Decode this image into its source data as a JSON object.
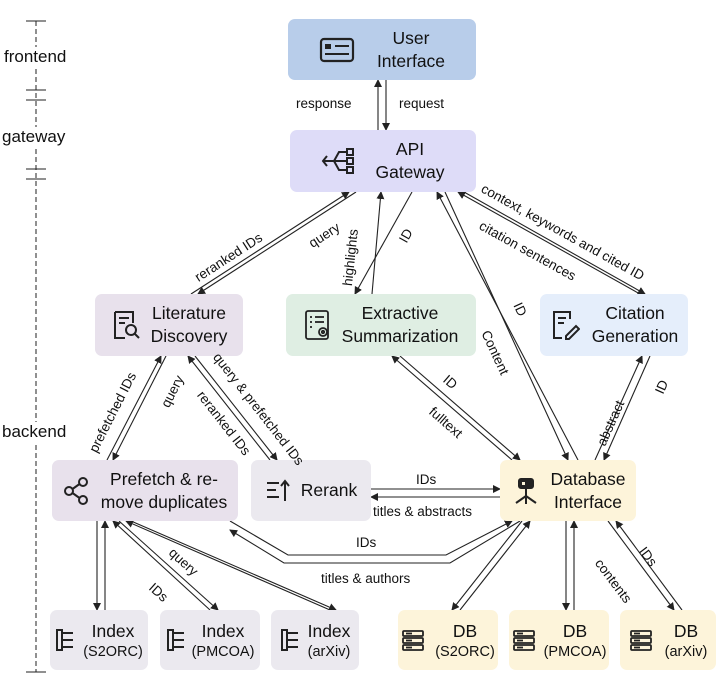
{
  "layers": {
    "frontend": "frontend",
    "gateway": "gateway",
    "backend": "backend"
  },
  "nodes": {
    "ui": {
      "l1": "User",
      "l2": "Interface",
      "color": "#b8cdea",
      "icon": "console-icon"
    },
    "api": {
      "l1": "API",
      "l2": "Gateway",
      "color": "#dedcf8",
      "icon": "routing-icon"
    },
    "lit": {
      "l1": "Literature",
      "l2": "Discovery",
      "color": "#e8e1ec",
      "icon": "document-search-icon"
    },
    "ext": {
      "l1": "Extractive",
      "l2": "Summarization",
      "color": "#dfeee3",
      "icon": "list-settings-icon"
    },
    "cit": {
      "l1": "Citation",
      "l2": "Generation",
      "color": "#e5eefb",
      "icon": "document-edit-icon"
    },
    "pre": {
      "l1": "Prefetch & re-",
      "l2": "move duplicates",
      "color": "#e8e1ec",
      "icon": "share-icon"
    },
    "rerank": {
      "l1": "Rerank",
      "color": "#ebe9ef",
      "icon": "sort-icon"
    },
    "dbi": {
      "l1": "Database",
      "l2": "Interface",
      "color": "#fdf4da",
      "icon": "database-hub-icon"
    },
    "idx1": {
      "l1": "Index",
      "l2": "(S2ORC)",
      "color": "#ebe9ef",
      "icon": "index-icon"
    },
    "idx2": {
      "l1": "Index",
      "l2": "(PMCOA)",
      "color": "#ebe9ef",
      "icon": "index-icon"
    },
    "idx3": {
      "l1": "Index",
      "l2": "(arXiv)",
      "color": "#ebe9ef",
      "icon": "index-icon"
    },
    "db1": {
      "l1": "DB",
      "l2": "(S2ORC)",
      "color": "#fdf4da",
      "icon": "server-icon"
    },
    "db2": {
      "l1": "DB",
      "l2": "(PMCOA)",
      "color": "#fdf4da",
      "icon": "server-icon"
    },
    "db3": {
      "l1": "DB",
      "l2": "(arXiv)",
      "color": "#fdf4da",
      "icon": "server-icon"
    }
  },
  "edge_labels": {
    "response": "response",
    "request": "request",
    "reranked_ids_top": "reranked IDs",
    "query_top": "query",
    "highlights": "highlights",
    "id_ext_up": "ID",
    "context_kw": "context, keywords and cited ID",
    "citation_sentences": "citation sentences",
    "id_api_dbi": "ID",
    "content": "Content",
    "prefetched_ids": "prefetched IDs",
    "query_lit_pre": "query",
    "reranked_ids_mid": "reranked IDs",
    "query_prefetched": "query & prefetched IDs",
    "id_ext_dbi": "ID",
    "fulltext": "fulltext",
    "abstract": "abstract",
    "id_cit_dbi": "ID",
    "ids_rerank": "IDs",
    "titles_abstracts": "titles & abstracts",
    "ids_pre_dbi": "IDs",
    "titles_authors": "titles & authors",
    "query_pre_idx": "query",
    "ids_pre_idx": "IDs",
    "contents": "contents",
    "ids_db3": "IDs"
  }
}
